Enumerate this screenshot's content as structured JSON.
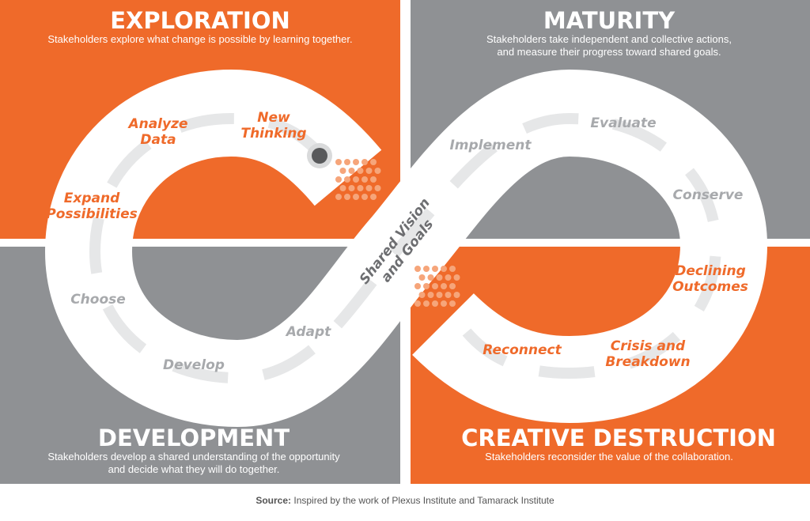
{
  "colors": {
    "orange": "#ef6a2a",
    "gray": "#8f9194",
    "band": "#ffffff",
    "arrow": "#e6e7e8"
  },
  "quadrants": {
    "exploration": {
      "title": "EXPLORATION",
      "desc": [
        "Stakeholders explore what change is possible by learning together."
      ]
    },
    "maturity": {
      "title": "MATURITY",
      "desc": [
        "Stakeholders take independent and collective actions,",
        "and measure their progress toward shared goals."
      ]
    },
    "development": {
      "title": "DEVELOPMENT",
      "desc": [
        "Stakeholders develop a shared understanding of the opportunity",
        "and decide what they will do together."
      ]
    },
    "creative_destruction": {
      "title": "CREATIVE DESTRUCTION",
      "desc": [
        "Stakeholders reconsider the value of the collaboration."
      ]
    }
  },
  "stages": {
    "new_thinking": [
      "New",
      "Thinking"
    ],
    "analyze_data": [
      "Analyze",
      "Data"
    ],
    "expand_possibilities": [
      "Expand",
      "Possibilities"
    ],
    "choose": "Choose",
    "develop": "Develop",
    "adapt": "Adapt",
    "implement": "Implement",
    "evaluate": "Evaluate",
    "conserve": "Conserve",
    "declining_outcomes": [
      "Declining",
      "Outcomes"
    ],
    "crisis_breakdown": [
      "Crisis and",
      "Breakdown"
    ],
    "reconnect": "Reconnect"
  },
  "center": [
    "Shared Vision",
    "and Goals"
  ],
  "source": {
    "label": "Source:",
    "text": " Inspired by the work of Plexus Institute and Tamarack Institute"
  }
}
